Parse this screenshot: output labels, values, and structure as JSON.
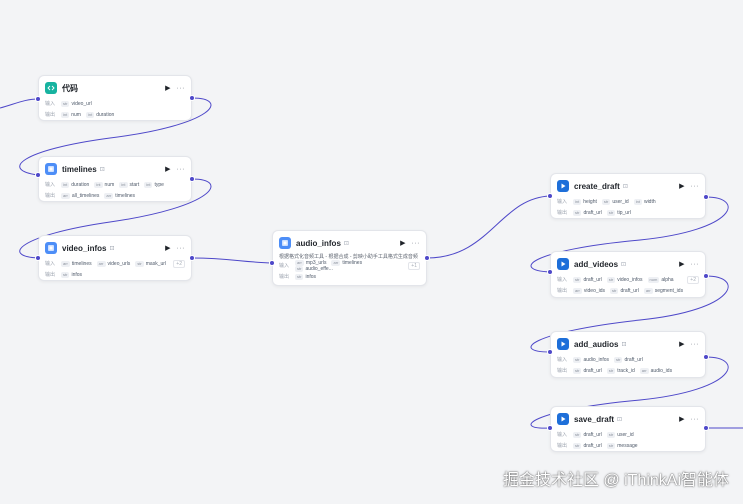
{
  "row_labels": {
    "input": "输入",
    "output": "输出"
  },
  "colors": {
    "edge": "#4e48c9",
    "canvas": "#f3f4f6",
    "code_icon": "#17b3a0",
    "plugin_icon": "#4d8ef7",
    "play_icon": "#1e6fd9"
  },
  "actions": {
    "run": "▶",
    "more": "···",
    "ext": "⊡"
  },
  "nodes": {
    "code": {
      "title": "代码",
      "icon": "code-icon",
      "inputs": [
        {
          "type": "str",
          "name": "video_url"
        }
      ],
      "outputs": [
        {
          "type": "int",
          "name": "num"
        },
        {
          "type": "int",
          "name": "duration"
        }
      ]
    },
    "timelines": {
      "title": "timelines",
      "icon": "plugin-icon",
      "inputs": [
        {
          "type": "int",
          "name": "duration"
        },
        {
          "type": "int",
          "name": "num"
        },
        {
          "type": "int",
          "name": "start"
        },
        {
          "type": "int",
          "name": "type"
        }
      ],
      "outputs": [
        {
          "type": "arr",
          "name": "all_timelines"
        },
        {
          "type": "arr",
          "name": "timelines"
        }
      ]
    },
    "video_infos": {
      "title": "video_infos",
      "icon": "plugin-icon",
      "inputs": [
        {
          "type": "arr",
          "name": "timelines"
        },
        {
          "type": "arr",
          "name": "video_urls"
        },
        {
          "type": "str",
          "name": "mask_url"
        }
      ],
      "more": "+2",
      "outputs": [
        {
          "type": "str",
          "name": "infos"
        }
      ]
    },
    "audio_infos": {
      "title": "audio_infos",
      "icon": "plugin-icon",
      "desc": "根据格式化音频工具 - 根据合成 - 剪映小助手工具格式生成音频",
      "inputs": [
        {
          "type": "arr",
          "name": "mp3_urls"
        },
        {
          "type": "arr",
          "name": "timelines"
        },
        {
          "type": "str",
          "name": "audio_effe..."
        }
      ],
      "more": "+1",
      "outputs": [
        {
          "type": "str",
          "name": "infos"
        }
      ]
    },
    "create_draft": {
      "title": "create_draft",
      "icon": "play-icon",
      "inputs": [
        {
          "type": "int",
          "name": "height"
        },
        {
          "type": "str",
          "name": "user_id"
        },
        {
          "type": "int",
          "name": "width"
        }
      ],
      "outputs": [
        {
          "type": "str",
          "name": "draft_url"
        },
        {
          "type": "str",
          "name": "tip_url"
        }
      ]
    },
    "add_videos": {
      "title": "add_videos",
      "icon": "play-icon",
      "inputs": [
        {
          "type": "str",
          "name": "draft_url"
        },
        {
          "type": "str",
          "name": "video_infos"
        },
        {
          "type": "num",
          "name": "alpha"
        }
      ],
      "more": "+2",
      "outputs": [
        {
          "type": "arr",
          "name": "video_ids"
        },
        {
          "type": "str",
          "name": "draft_url"
        },
        {
          "type": "arr",
          "name": "segment_ids"
        }
      ]
    },
    "add_audios": {
      "title": "add_audios",
      "icon": "play-icon",
      "inputs": [
        {
          "type": "str",
          "name": "audio_infos"
        },
        {
          "type": "str",
          "name": "draft_url"
        }
      ],
      "outputs": [
        {
          "type": "str",
          "name": "draft_url"
        },
        {
          "type": "str",
          "name": "track_id"
        },
        {
          "type": "arr",
          "name": "audio_ids"
        }
      ]
    },
    "save_draft": {
      "title": "save_draft",
      "icon": "play-icon",
      "inputs": [
        {
          "type": "str",
          "name": "draft_url"
        },
        {
          "type": "str",
          "name": "user_id"
        }
      ],
      "outputs": [
        {
          "type": "str",
          "name": "draft_url"
        },
        {
          "type": "str",
          "name": "message"
        }
      ]
    }
  },
  "watermark": "掘金技术社区 @ iThinkAi智能体"
}
